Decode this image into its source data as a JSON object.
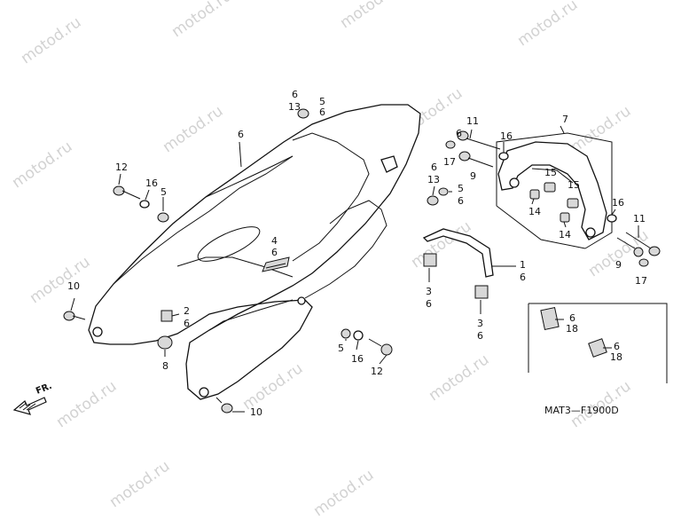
{
  "watermark": "motod.ru",
  "diagram_code": "MAT3—F1900D",
  "front_arrow": "FR.",
  "callouts": [
    {
      "id": "c6a",
      "text": "6"
    },
    {
      "id": "c13a",
      "text": "13"
    },
    {
      "id": "c5a",
      "text": "5"
    },
    {
      "id": "c6b",
      "text": "6"
    },
    {
      "id": "c6c",
      "text": "6"
    },
    {
      "id": "c12a",
      "text": "12"
    },
    {
      "id": "c16a",
      "text": "16"
    },
    {
      "id": "c5b",
      "text": "5"
    },
    {
      "id": "c4",
      "text": "4"
    },
    {
      "id": "c6d",
      "text": "6"
    },
    {
      "id": "c10a",
      "text": "10"
    },
    {
      "id": "c2",
      "text": "2"
    },
    {
      "id": "c6e",
      "text": "6"
    },
    {
      "id": "c8",
      "text": "8"
    },
    {
      "id": "c5c",
      "text": "5"
    },
    {
      "id": "c16b",
      "text": "16"
    },
    {
      "id": "c12b",
      "text": "12"
    },
    {
      "id": "c10b",
      "text": "10"
    },
    {
      "id": "c11a",
      "text": "11"
    },
    {
      "id": "c16c",
      "text": "16"
    },
    {
      "id": "c6f",
      "text": "6"
    },
    {
      "id": "c17a",
      "text": "17"
    },
    {
      "id": "c9a",
      "text": "9"
    },
    {
      "id": "c6g",
      "text": "6"
    },
    {
      "id": "c13b",
      "text": "13"
    },
    {
      "id": "c5d",
      "text": "5"
    },
    {
      "id": "c6h",
      "text": "6"
    },
    {
      "id": "c7",
      "text": "7"
    },
    {
      "id": "c15a",
      "text": "15"
    },
    {
      "id": "c15b",
      "text": "15"
    },
    {
      "id": "c14a",
      "text": "14"
    },
    {
      "id": "c14b",
      "text": "14"
    },
    {
      "id": "c16d",
      "text": "16"
    },
    {
      "id": "c11b",
      "text": "11"
    },
    {
      "id": "c9b",
      "text": "9"
    },
    {
      "id": "c17b",
      "text": "17"
    },
    {
      "id": "c1",
      "text": "1"
    },
    {
      "id": "c6i",
      "text": "6"
    },
    {
      "id": "c3a",
      "text": "3"
    },
    {
      "id": "c6j",
      "text": "6"
    },
    {
      "id": "c3b",
      "text": "3"
    },
    {
      "id": "c6k",
      "text": "6"
    },
    {
      "id": "c6l",
      "text": "6"
    },
    {
      "id": "c18a",
      "text": "18"
    },
    {
      "id": "c6m",
      "text": "6"
    },
    {
      "id": "c18b",
      "text": "18"
    }
  ]
}
